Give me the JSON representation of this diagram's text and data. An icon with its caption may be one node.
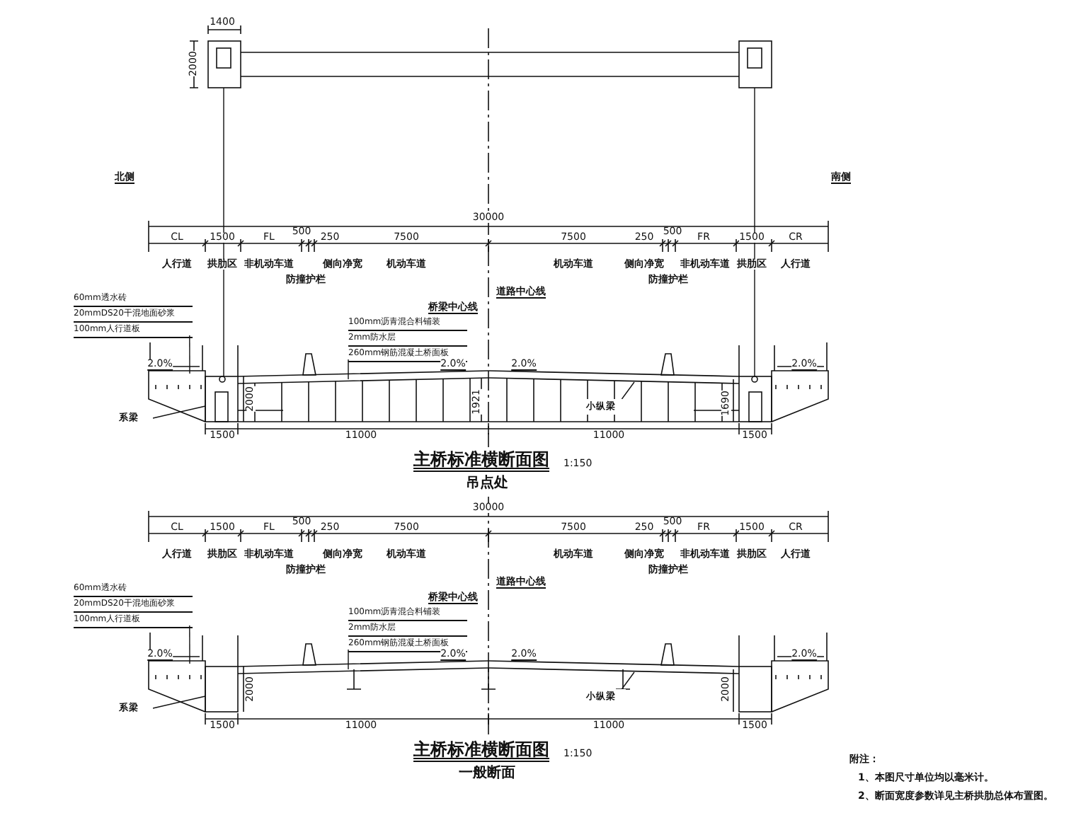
{
  "diagram": {
    "nodes": [
      {
        "text": [
          "60mm透水砖",
          "20mmDS20干混地面砂浆",
          "100mm人行道板"
        ]
      },
      {
        "text": [
          "100mm沥青混合料铺装",
          "2mm防水层",
          "260mm钢筋混凝土桥面板"
        ]
      },
      {
        "text": [
          "系梁"
        ]
      },
      {
        "text": [
          "小纵梁"
        ]
      },
      {
        "text": [
          "60mm透水砖",
          "20mmDS20干混地面砂浆",
          "100mm人行道板"
        ]
      },
      {
        "text": [
          "100mm沥青混合料铺装",
          "2mm防水层",
          "260mm钢筋混凝土桥面板"
        ]
      },
      {
        "text": [
          "系梁"
        ]
      },
      {
        "text": [
          "小纵梁"
        ]
      }
    ],
    "edges": [
      {
        "from": 0,
        "to": null,
        "arrow": "none"
      },
      {
        "from": 1,
        "to": null,
        "arrow": "none"
      },
      {
        "from": 2,
        "to": null,
        "arrow": "none"
      },
      {
        "from": 3,
        "to": null,
        "arrow": "none"
      },
      {
        "from": 4,
        "to": null,
        "arrow": "none"
      },
      {
        "from": 5,
        "to": null,
        "arrow": "none"
      },
      {
        "from": 6,
        "to": null,
        "arrow": "none"
      },
      {
        "from": 7,
        "to": null,
        "arrow": "none"
      }
    ],
    "labels": [
      "1400",
      "2000",
      "北侧",
      "南侧",
      "30000",
      "CL",
      "1500",
      "FL",
      "500",
      "250",
      "7500",
      "7500",
      "250",
      "500",
      "FR",
      "1500",
      "CR",
      "人行道",
      "拱肋区",
      "非机动车道",
      "侧向净宽",
      "机动车道",
      "机动车道",
      "侧向净宽",
      "非机动车道",
      "拱肋区",
      "人行道",
      "防撞护栏",
      "防撞护栏",
      "道路中心线",
      "桥梁中心线",
      "2.0%",
      "2.0%",
      "2.0%",
      "2.0%",
      "2000",
      "1921",
      "1690",
      "1500",
      "11000",
      "11000",
      "1500",
      "主桥标准横断面图",
      "1:150",
      "吊点处",
      "30000",
      "CL",
      "1500",
      "FL",
      "500",
      "250",
      "7500",
      "7500",
      "250",
      "500",
      "FR",
      "1500",
      "CR",
      "人行道",
      "拱肋区",
      "非机动车道",
      "侧向净宽",
      "机动车道",
      "机动车道",
      "侧向净宽",
      "非机动车道",
      "拱肋区",
      "人行道",
      "防撞护栏",
      "防撞护栏",
      "道路中心线",
      "桥梁中心线",
      "2.0%",
      "2.0%",
      "2.0%",
      "2.0%",
      "2000",
      "2000",
      "1500",
      "11000",
      "11000",
      "1500",
      "主桥标准横断面图",
      "1:150",
      "一般断面",
      "附注：",
      "1、本图尺寸单位均以毫米计。",
      "2、断面宽度参数详见主桥拱肋总体布置图。"
    ]
  }
}
